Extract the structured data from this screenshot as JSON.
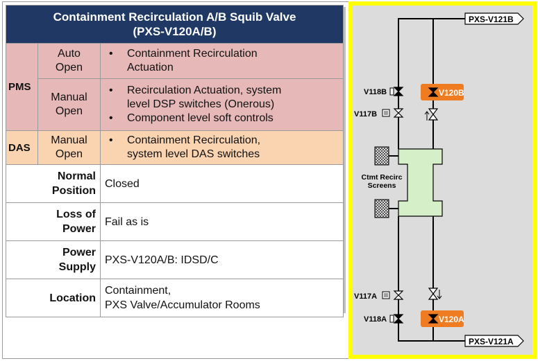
{
  "table": {
    "title_line1": "Containment Recirculation A/B Squib Valve",
    "title_line2": "(PXS-V120A/B)",
    "pms": {
      "label": "PMS",
      "auto_mode_line1": "Auto",
      "auto_mode_line2": "Open",
      "auto_item1_line1": "Containment Recirculation",
      "auto_item1_line2": "Actuation",
      "manual_mode_line1": "Manual",
      "manual_mode_line2": "Open",
      "manual_item1_line1": "Recirculation Actuation, system",
      "manual_item1_line2": "level DSP switches (Onerous)",
      "manual_item2": "Component level soft controls"
    },
    "das": {
      "label": "DAS",
      "mode_line1": "Manual",
      "mode_line2": "Open",
      "item1_line1": "Containment Recirculation,",
      "item1_line2": "system level DAS switches"
    },
    "rows": {
      "normal_label1": "Normal",
      "normal_label2": "Position",
      "normal_value": "Closed",
      "loss_label1": "Loss of",
      "loss_label2": "Power",
      "loss_value": "Fail as is",
      "supply_label1": "Power",
      "supply_label2": "Supply",
      "supply_value": "PXS-V120A/B: IDSD/C",
      "location_label": "Location",
      "location_value1": "Containment,",
      "location_value2": "PXS Valve/Accumulator Rooms"
    }
  },
  "diagram": {
    "top_connector": "PXS-V121B",
    "bottom_connector": "PXS-V121A",
    "v118b": "V118B",
    "v117b": "V117B",
    "v120b": "V120B",
    "v117a": "V117A",
    "v118a": "V118A",
    "v120a": "V120A",
    "screen_line1": "Ctmt Recirc",
    "screen_line2": "Screens",
    "colors": {
      "highlight": "#ffff00",
      "valve_box": "#f07c21",
      "screen_fill": "#d5efc9",
      "background": "#dcdcdc"
    }
  }
}
